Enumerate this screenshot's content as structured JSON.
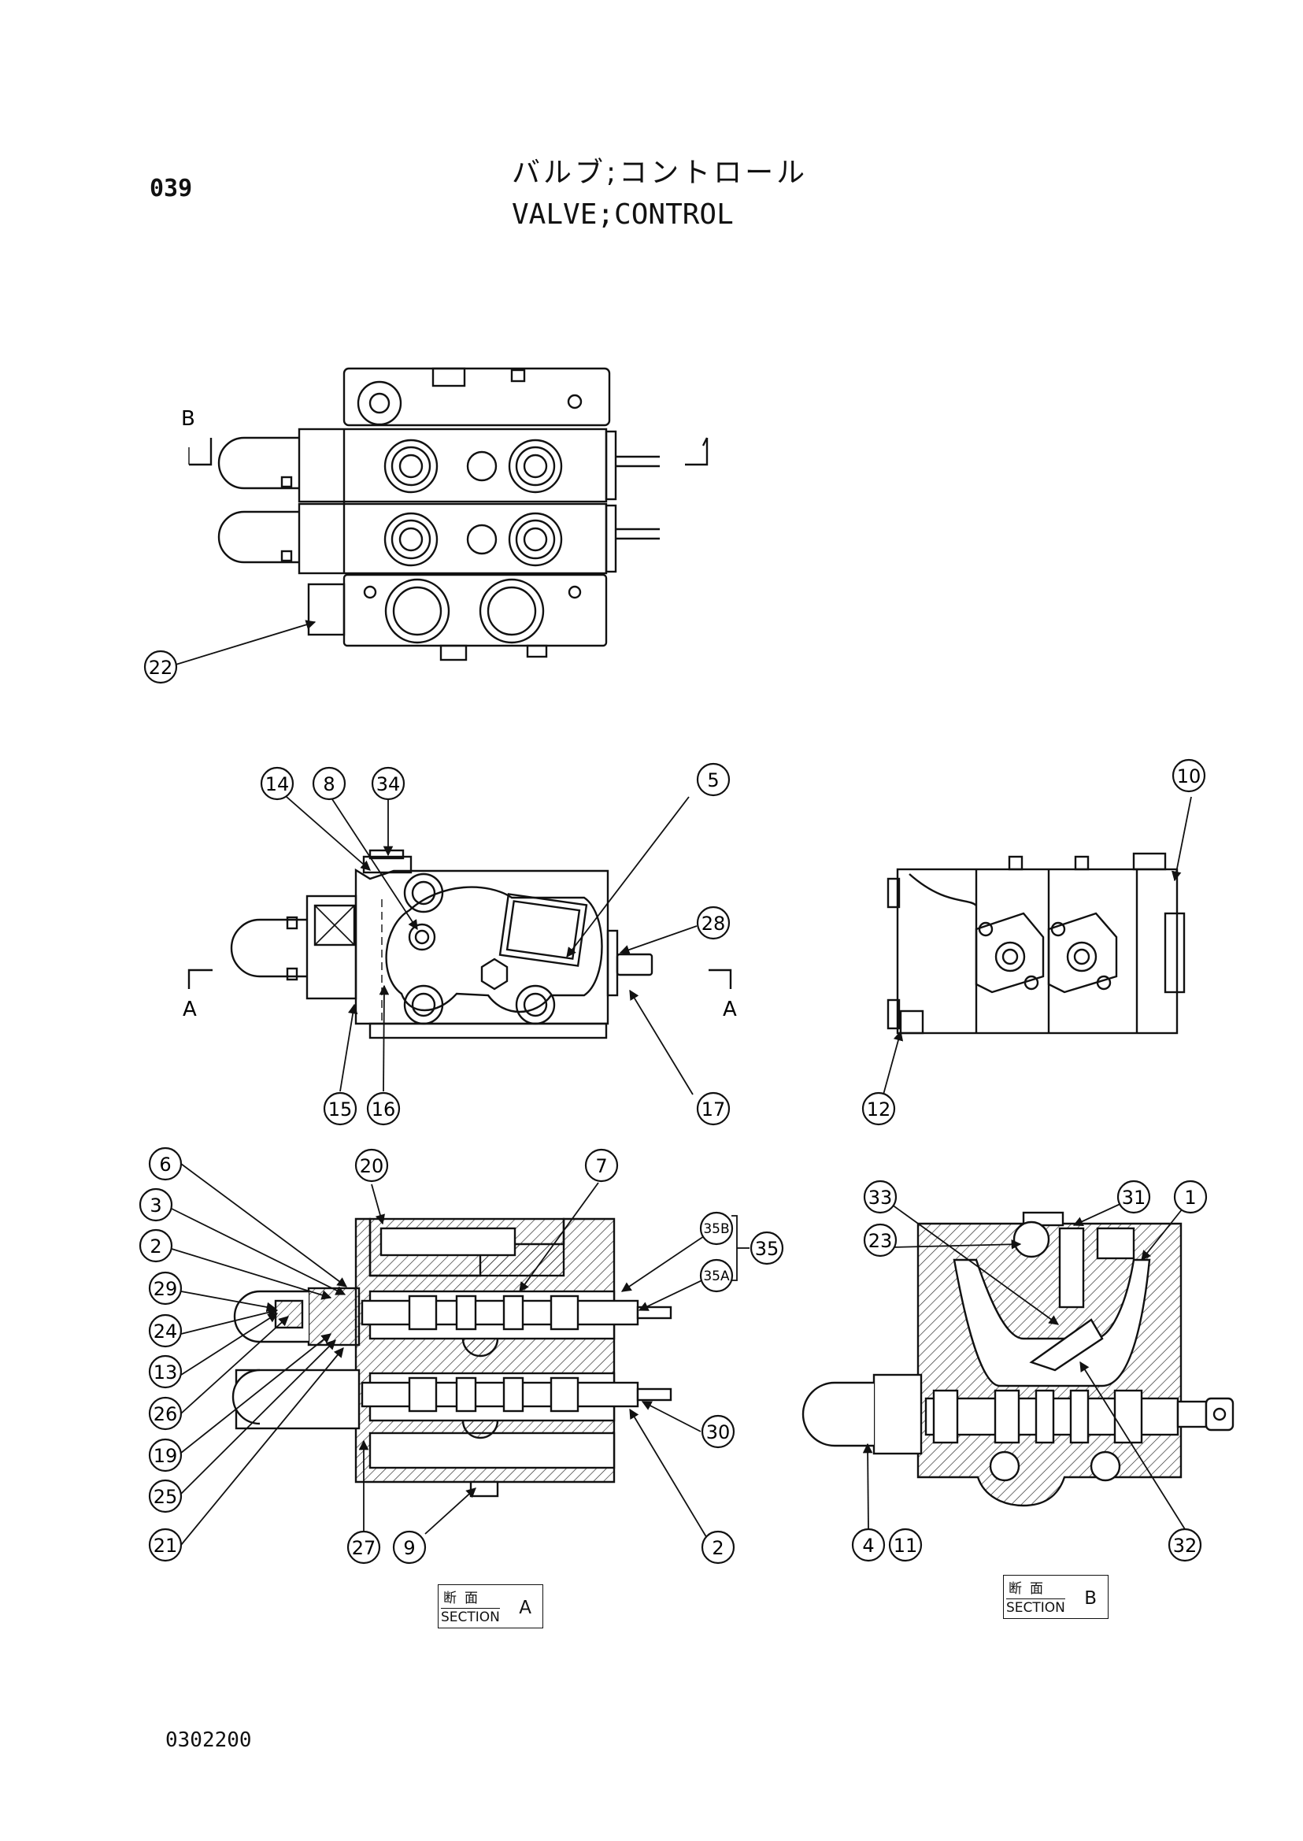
{
  "header": {
    "page_number": "039",
    "title_jp": "バルブ;コントロール",
    "title_en": "VALVE;CONTROL"
  },
  "footer": {
    "doc_code": "0302200"
  },
  "section_labels": {
    "a": {
      "jp": "断面",
      "en": "SECTION",
      "letter": "A"
    },
    "b": {
      "jp": "断面",
      "en": "SECTION",
      "letter": "B"
    }
  },
  "cut_markers": {
    "b_top": "B",
    "a_left": "A",
    "a_right": "A"
  },
  "callouts": {
    "top_view": [
      "22"
    ],
    "side_view": [
      "14",
      "8",
      "34",
      "5",
      "28",
      "15",
      "16",
      "17"
    ],
    "end_view": [
      "10",
      "12"
    ],
    "section_a": [
      "6",
      "3",
      "2",
      "29",
      "24",
      "13",
      "26",
      "19",
      "25",
      "21",
      "20",
      "7",
      "35B",
      "35A",
      "35",
      "30",
      "27",
      "9",
      "2"
    ],
    "section_b": [
      "33",
      "23",
      "31",
      "1",
      "4",
      "11",
      "32"
    ]
  }
}
